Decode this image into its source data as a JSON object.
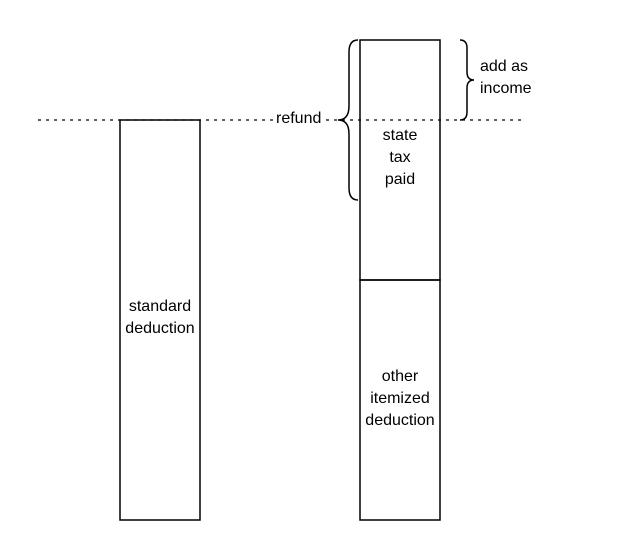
{
  "diagram": {
    "labels": {
      "standard_deduction": "standard deduction",
      "state_tax_paid": "state tax paid",
      "other_itemized_deduction": "other itemized deduction",
      "refund": "refund",
      "add_as_income": "add as income"
    },
    "line_style": {
      "stroke_color": "#000000",
      "background": "#ffffff"
    }
  }
}
